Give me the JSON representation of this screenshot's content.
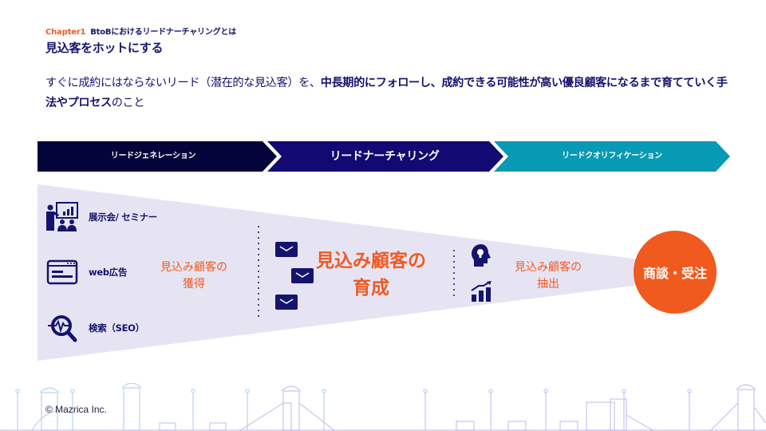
{
  "header": {
    "chapter_number": "Chapter1",
    "chapter_title": "BtoBにおけるリードナーチャリングとは",
    "page_title": "見込客をホットにする"
  },
  "lead": {
    "part1": "すぐに成約にはならないリード（潜在的な見込客）を、",
    "part2_bold": "中長期的にフォローし、成約できる可能性が高い優良顧客になるまで育てていく手法やプロセス",
    "part3": "のこと"
  },
  "process_steps": [
    {
      "label": "リードジェネレーション",
      "color": "#04043a"
    },
    {
      "label": "リードナーチャリング",
      "color": "#120a72"
    },
    {
      "label": "リードクオリフィケーション",
      "color": "#0899b4"
    }
  ],
  "sources": [
    {
      "label": "展示会/ セミナー",
      "icon": "seminar-presenter-icon"
    },
    {
      "label": "web広告",
      "icon": "web-ad-browser-icon"
    },
    {
      "label": "検索（SEO）",
      "icon": "search-seo-icon"
    }
  ],
  "phases": {
    "acquire": {
      "line1": "見込み顧客の",
      "line2": "獲得"
    },
    "nurture": {
      "line1": "見込み顧客の",
      "line2": "育成"
    },
    "extract": {
      "line1": "見込み顧客の",
      "line2": "抽出"
    }
  },
  "goal": {
    "label": "商談・受注"
  },
  "colors": {
    "navy": "#14146e",
    "orange": "#ee5a24",
    "funnel": "#e6e4f2",
    "teal": "#0899b4"
  },
  "footer": {
    "copyright": "© Mazrica Inc."
  }
}
